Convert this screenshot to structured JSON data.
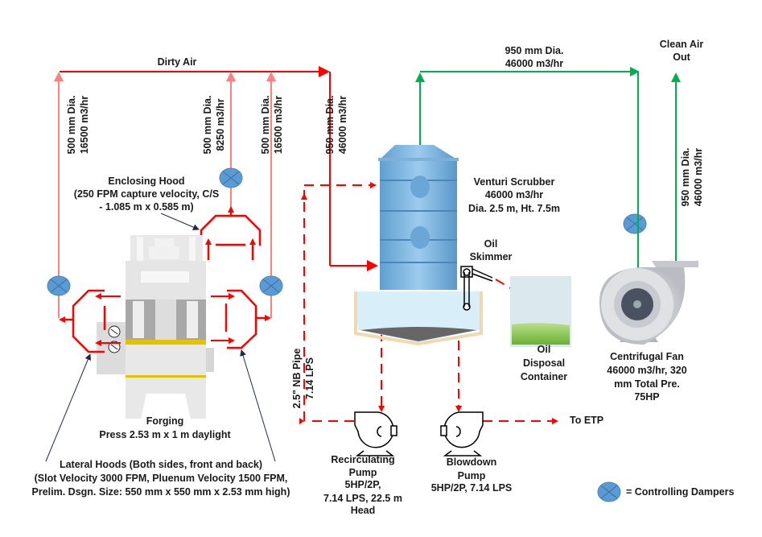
{
  "colors": {
    "dirty_air": "#ff0000",
    "branch_duct": "#ff8080",
    "clean_air": "#00b050",
    "damper": "#5b9bd5",
    "water_line": "#ff0000",
    "leader": "#1f2a50"
  },
  "labels": {
    "dirty_air": "Dirty Air",
    "duct_left": [
      "500 mm Dia.",
      "16500 m3/hr"
    ],
    "duct_mid": [
      "500 mm Dia.",
      "8250 m3/hr"
    ],
    "duct_right": [
      "500 mm Dia.",
      "16500 m3/hr"
    ],
    "duct_main": [
      "950 mm Dia.",
      "46000 m3/hr"
    ],
    "duct_clean_top": [
      "950 mm Dia.",
      "46000 m3/hr"
    ],
    "clean_air_out": [
      "Clean Air",
      "Out"
    ],
    "duct_fan_out": [
      "950 mm Dia.",
      "46000 m3/hr"
    ],
    "enclosing_hood": [
      "Enclosing Hood",
      "(250 FPM capture velocity, C/S",
      "- 1.085 m x 0.585 m)"
    ],
    "venturi_scrubber": [
      "Venturi Scrubber",
      "46000 m3/hr",
      "Dia. 2.5 m, Ht. 7.5m"
    ],
    "oil_skimmer": [
      "Oil",
      "Skimmer"
    ],
    "oil_disposal": [
      "Oil",
      "Disposal",
      "Container"
    ],
    "centrifugal_fan": [
      "Centrifugal Fan",
      "46000 m3/hr, 320",
      "mm Total Pre.",
      "75HP"
    ],
    "pipe": [
      "2.5\" NB Pipe",
      "7.14 LPS"
    ],
    "forging_press": [
      "Forging",
      "Press 2.53 m x 1 m daylight"
    ],
    "lateral_hoods": [
      "Lateral Hoods (Both sides, front and back)",
      "(Slot Velocity 3000 FPM, Pluenum Velocity 1500 FPM,",
      "Prelim. Dsgn. Size: 550 mm x 550 mm x 2.53 mm high)"
    ],
    "recirculating_pump": [
      "Recirculating",
      "Pump",
      "5HP/2P,",
      "7.14 LPS, 22.5 m",
      "Head"
    ],
    "blowdown_pump": [
      "Blowdown",
      "Pump",
      "5HP/2P, 7.14 LPS"
    ],
    "to_etp": "To ETP",
    "legend": "= Controlling Dampers"
  },
  "icons": [
    "damper-icon",
    "forging-press-icon",
    "scrubber-icon",
    "centrifugal-fan-icon",
    "pump-icon",
    "oil-skimmer-icon",
    "container-icon"
  ]
}
